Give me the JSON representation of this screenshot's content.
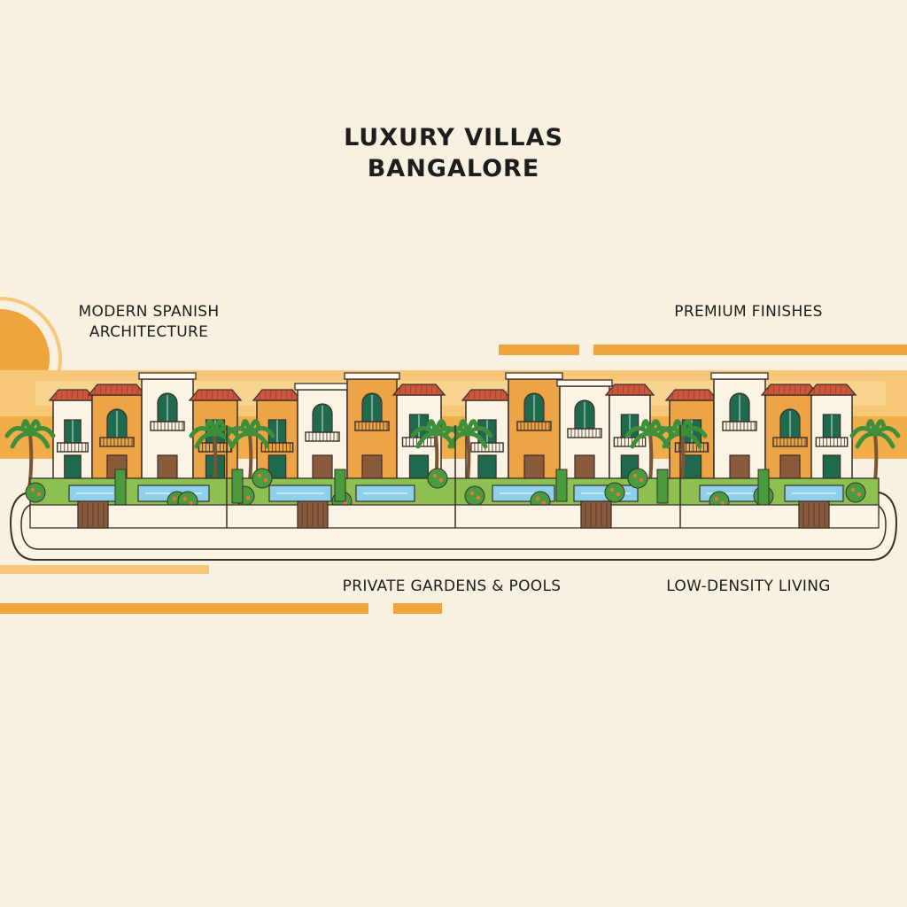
{
  "title": {
    "line1": "LUXURY VILLAS",
    "line2": "BANGALORE"
  },
  "features": [
    {
      "line1": "MODERN SPANISH",
      "line2": "ARCHITECTURE"
    },
    {
      "line1": "PREMIUM FINISHES",
      "line2": ""
    },
    {
      "line1": "PRIVATE GARDENS & POOLS",
      "line2": ""
    },
    {
      "line1": "LOW-DENSITY LIVING",
      "line2": ""
    }
  ],
  "illustration": {
    "palette": {
      "background": "#f8f0e1",
      "accent_orange": "#f0a43c",
      "light_orange": "#f6c877",
      "roof_red": "#c9573d",
      "wall_cream": "#fbf3e3",
      "wall_orange": "#eda446",
      "window_green": "#1f6a4e",
      "lawn_green": "#8cc152",
      "hedge_green": "#4a9a3e",
      "pool_blue": "#8ed0ea",
      "outline": "#3b2f2a"
    },
    "icons": [
      "palm-tree-icon",
      "villa-icon",
      "pool-icon",
      "shrub-icon",
      "gate-icon"
    ]
  }
}
